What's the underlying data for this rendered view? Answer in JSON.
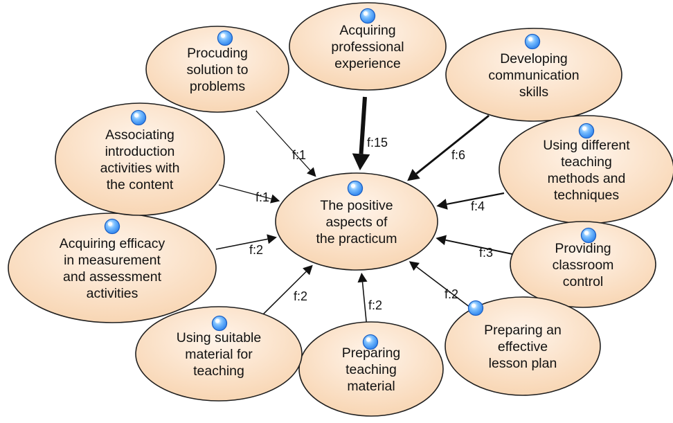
{
  "colors": {
    "node_fill_top": "#fff4ea",
    "node_fill_bottom": "#f8d6b4",
    "node_border": "#1f1f1f",
    "edge": "#111111",
    "marker": "#3a8df0",
    "background": "#ffffff"
  },
  "icon": "blue-circle-marker-icon",
  "center": {
    "id": "center",
    "lines": [
      "The positive",
      "aspects of",
      "the practicum"
    ]
  },
  "nodes": [
    {
      "id": "acquiring-professional-experience",
      "lines": [
        "Acquiring",
        "professional",
        "experience"
      ],
      "label": "f:15",
      "weight": 15
    },
    {
      "id": "developing-communication-skills",
      "lines": [
        "Developing",
        "communication",
        "skills"
      ],
      "label": "f:6",
      "weight": 6
    },
    {
      "id": "using-different-teaching-methods",
      "lines": [
        "Using different",
        "teaching",
        "methods  and",
        "techniques"
      ],
      "label": "f:4",
      "weight": 4
    },
    {
      "id": "providing-classroom-control",
      "lines": [
        "Providing",
        "classroom",
        "control"
      ],
      "label": "f:3",
      "weight": 3
    },
    {
      "id": "preparing-effective-lesson-plan",
      "lines": [
        "Preparing an",
        "effective",
        "lesson plan"
      ],
      "label": "f:2",
      "weight": 2
    },
    {
      "id": "preparing-teaching-material",
      "lines": [
        "Preparing",
        "teaching",
        "material"
      ],
      "label": "f:2",
      "weight": 2
    },
    {
      "id": "using-suitable-material",
      "lines": [
        "Using suitable",
        "material for",
        "teaching"
      ],
      "label": "f:2",
      "weight": 2
    },
    {
      "id": "acquiring-efficacy-measurement",
      "lines": [
        "Acquiring efficacy",
        "in measurement",
        "and assessment",
        "activities"
      ],
      "label": "f:2",
      "weight": 2
    },
    {
      "id": "associating-introduction-activities",
      "lines": [
        "Associating",
        "introduction",
        "activities with",
        "the content"
      ],
      "label": "f:1",
      "weight": 1
    },
    {
      "id": "procuding-solution",
      "lines": [
        "Procuding",
        "solution to",
        "problems"
      ],
      "label": "f:1",
      "weight": 1
    }
  ]
}
